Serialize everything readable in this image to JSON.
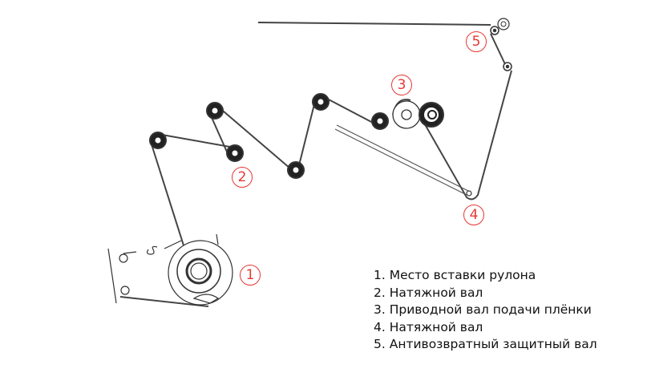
{
  "markers": [
    "1",
    "2",
    "3",
    "4",
    "5"
  ],
  "legend": [
    "1. Место вставки рулона",
    "2. Натяжной вал",
    "3. Приводной вал подачи плёнки",
    "4. Натяжной вал",
    "5. Антивозвратный защитный вал"
  ],
  "colors": {
    "marker": "#e53935",
    "line": "#333333"
  }
}
